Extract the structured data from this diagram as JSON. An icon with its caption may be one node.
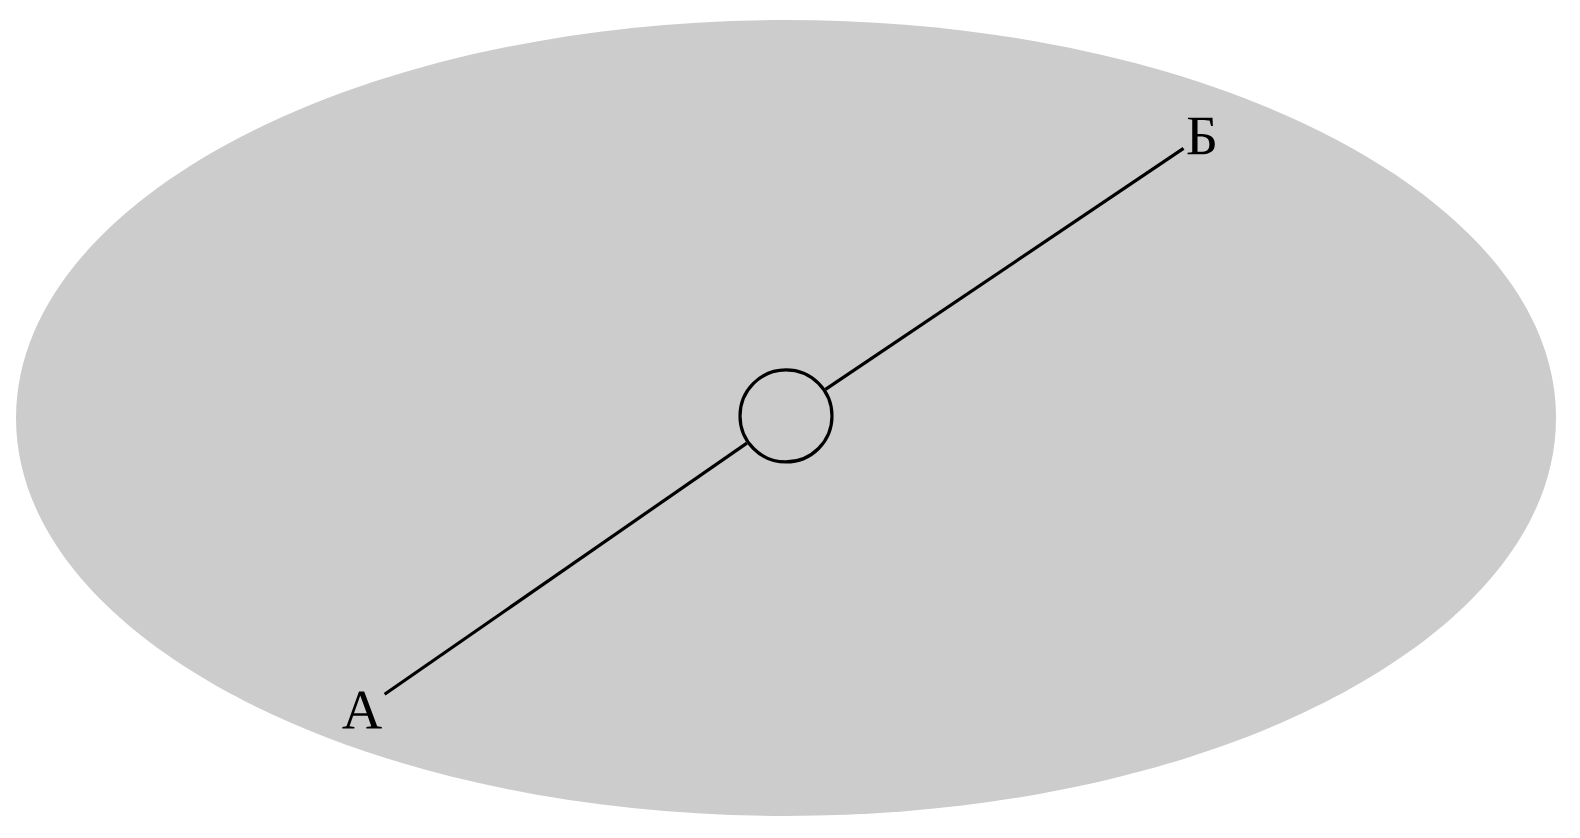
{
  "diagram": {
    "nodes": [
      {
        "text": [
          "А"
        ]
      },
      {
        "text": [],
        "shape": "circle"
      },
      {
        "text": [
          "Б"
        ]
      }
    ],
    "edges": [
      {
        "from": 0,
        "to": 1,
        "arrow": "none"
      },
      {
        "from": 1,
        "to": 2,
        "arrow": "none"
      }
    ]
  }
}
